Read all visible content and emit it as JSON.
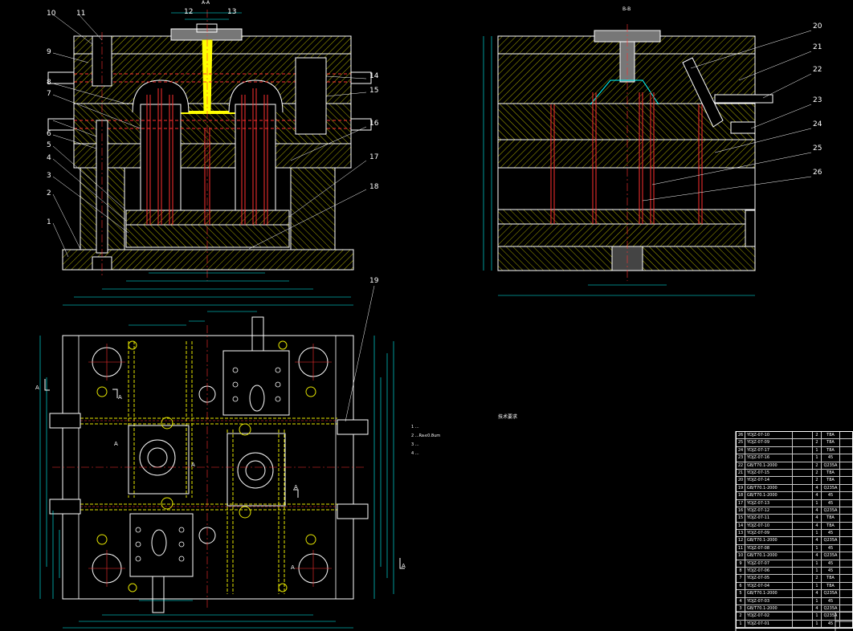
{
  "views": {
    "section_left_title": "A-A",
    "section_right_title": "B-B"
  },
  "part_labels_left": [
    "1",
    "2",
    "3",
    "4",
    "5",
    "6",
    "7",
    "8",
    "9",
    "10",
    "11",
    "12",
    "13",
    "14",
    "15",
    "16",
    "17",
    "18"
  ],
  "part_labels_right": [
    "20",
    "21",
    "22",
    "23",
    "24",
    "25",
    "26"
  ],
  "plan_callout": "19",
  "section_marks": [
    "A",
    "A",
    "A",
    "A",
    "A",
    "A",
    "A"
  ],
  "notes": {
    "title": "技术要求",
    "items": [
      "1  ...",
      "2  ...Ra≤0.8um",
      "3  ...",
      "4  ..."
    ]
  },
  "bom": {
    "rows": [
      {
        "no": "26",
        "code": "YDJZ-07-10",
        "name": "",
        "qty": "2",
        "mat": "T8A"
      },
      {
        "no": "25",
        "code": "YDJZ-07-09",
        "name": "",
        "qty": "2",
        "mat": "T8A"
      },
      {
        "no": "24",
        "code": "YDJZ-07-17",
        "name": "",
        "qty": "1",
        "mat": "T8A"
      },
      {
        "no": "23",
        "code": "YDJZ-07-16",
        "name": "",
        "qty": "1",
        "mat": "45"
      },
      {
        "no": "22",
        "code": "GB/T70.1-2000",
        "name": "",
        "qty": "2",
        "mat": "Q235A"
      },
      {
        "no": "21",
        "code": "YDJZ-07-15",
        "name": "",
        "qty": "2",
        "mat": "T8A"
      },
      {
        "no": "20",
        "code": "YDJZ-07-14",
        "name": "",
        "qty": "2",
        "mat": "T8A"
      },
      {
        "no": "19",
        "code": "GB/T70.1-2000",
        "name": "",
        "qty": "4",
        "mat": "Q235A"
      },
      {
        "no": "18",
        "code": "GB/T70.1-2000",
        "name": "",
        "qty": "4",
        "mat": "45"
      },
      {
        "no": "17",
        "code": "YDJZ-07-13",
        "name": "",
        "qty": "1",
        "mat": "45"
      },
      {
        "no": "16",
        "code": "YDJZ-07-12",
        "name": "",
        "qty": "4",
        "mat": "Q235A"
      },
      {
        "no": "15",
        "code": "YDJZ-07-11",
        "name": "",
        "qty": "4",
        "mat": "T8A"
      },
      {
        "no": "14",
        "code": "YDJZ-07-10",
        "name": "",
        "qty": "4",
        "mat": "T8A"
      },
      {
        "no": "13",
        "code": "YDJZ-07-09",
        "name": "",
        "qty": "1",
        "mat": "45"
      },
      {
        "no": "12",
        "code": "GB/T70.1-2000",
        "name": "",
        "qty": "4",
        "mat": "Q235A"
      },
      {
        "no": "11",
        "code": "YDJZ-07-08",
        "name": "",
        "qty": "1",
        "mat": "45"
      },
      {
        "no": "10",
        "code": "GB/T70.1-2000",
        "name": "",
        "qty": "4",
        "mat": "Q235A"
      },
      {
        "no": "9",
        "code": "YDJZ-07-07",
        "name": "",
        "qty": "1",
        "mat": "45"
      },
      {
        "no": "8",
        "code": "YDJZ-07-06",
        "name": "",
        "qty": "1",
        "mat": "45"
      },
      {
        "no": "7",
        "code": "YDJZ-07-05",
        "name": "",
        "qty": "2",
        "mat": "T8A"
      },
      {
        "no": "6",
        "code": "YDJZ-07-04",
        "name": "",
        "qty": "1",
        "mat": "T8A"
      },
      {
        "no": "5",
        "code": "GB/T70.1-2000",
        "name": "",
        "qty": "4",
        "mat": "Q235A"
      },
      {
        "no": "4",
        "code": "YDJZ-07-03",
        "name": "",
        "qty": "1",
        "mat": "45"
      },
      {
        "no": "3",
        "code": "GB/T70.1-2000",
        "name": "",
        "qty": "4",
        "mat": "Q235A"
      },
      {
        "no": "2",
        "code": "YDJZ-07-02",
        "name": "",
        "qty": "1",
        "mat": "Q235A"
      },
      {
        "no": "1",
        "code": "YDJZ-07-01",
        "name": "",
        "qty": "1",
        "mat": "45"
      }
    ]
  },
  "colors": {
    "outline": "#ffffff",
    "hatch": "#e6e600",
    "cooling": "#ff3030",
    "center": "#ff3030",
    "dimension": "#00ffff",
    "callout": "#00ff00",
    "sprue": "#ffff00",
    "grey": "#8c8c8c"
  }
}
